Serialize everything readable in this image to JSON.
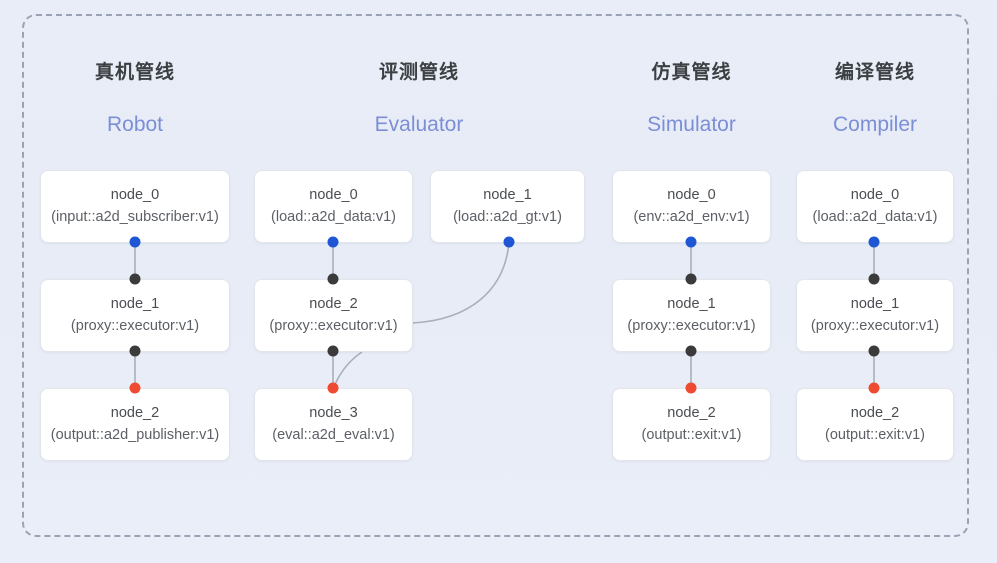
{
  "diagram": {
    "frame_label": "pipeline-group-frame",
    "background_color": "#eaeef8",
    "frame_border_color": "#9aa3b5",
    "accent_blue": "#1f56d3",
    "accent_dark": "#3b3b3b",
    "accent_red": "#ef4b32",
    "title_color": "#3c4043",
    "subtitle_color": "#7b8ed6"
  },
  "columns": [
    {
      "key": "robot",
      "title_cn": "真机管线",
      "title_en": "Robot",
      "nodes": [
        {
          "id": "node_0",
          "type": "(input::a2d_subscriber:v1)"
        },
        {
          "id": "node_1",
          "type": "(proxy::executor:v1)"
        },
        {
          "id": "node_2",
          "type": "(output::a2d_publisher:v1)"
        }
      ]
    },
    {
      "key": "evaluator",
      "title_cn": "评测管线",
      "title_en": "Evaluator",
      "nodes": [
        {
          "id": "node_0",
          "type": "(load::a2d_data:v1)"
        },
        {
          "id": "node_1",
          "type": "(load::a2d_gt:v1)"
        },
        {
          "id": "node_2",
          "type": "(proxy::executor:v1)"
        },
        {
          "id": "node_3",
          "type": "(eval::a2d_eval:v1)"
        }
      ]
    },
    {
      "key": "simulator",
      "title_cn": "仿真管线",
      "title_en": "Simulator",
      "nodes": [
        {
          "id": "node_0",
          "type": "(env::a2d_env:v1)"
        },
        {
          "id": "node_1",
          "type": "(proxy::executor:v1)"
        },
        {
          "id": "node_2",
          "type": "(output::exit:v1)"
        }
      ]
    },
    {
      "key": "compiler",
      "title_cn": "编译管线",
      "title_en": "Compiler",
      "nodes": [
        {
          "id": "node_0",
          "type": "(load::a2d_data:v1)"
        },
        {
          "id": "node_1",
          "type": "(proxy::executor:v1)"
        },
        {
          "id": "node_2",
          "type": "(output::exit:v1)"
        }
      ]
    }
  ]
}
